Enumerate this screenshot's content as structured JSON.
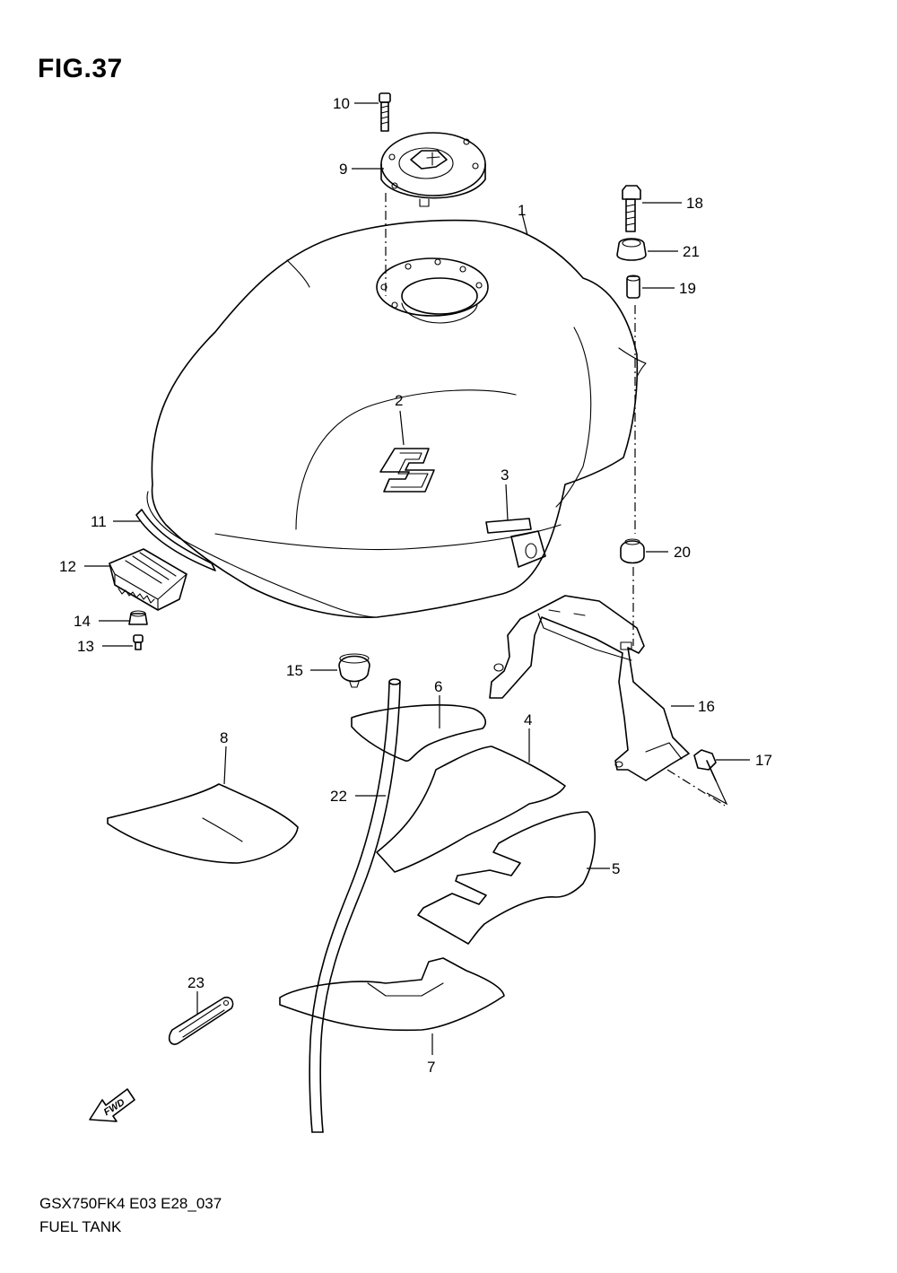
{
  "figure": {
    "title": "FIG.37"
  },
  "footer": {
    "model_code": "GSX750FK4 E03 E28_037",
    "diagram_name": "FUEL TANK"
  },
  "fwd_arrow": {
    "label": "FWD"
  },
  "parts": [
    {
      "id": "1",
      "label": "1"
    },
    {
      "id": "2",
      "label": "2"
    },
    {
      "id": "3",
      "label": "3"
    },
    {
      "id": "4",
      "label": "4"
    },
    {
      "id": "5",
      "label": "5"
    },
    {
      "id": "6",
      "label": "6"
    },
    {
      "id": "7",
      "label": "7"
    },
    {
      "id": "8",
      "label": "8"
    },
    {
      "id": "9",
      "label": "9"
    },
    {
      "id": "10",
      "label": "10"
    },
    {
      "id": "11",
      "label": "11"
    },
    {
      "id": "12",
      "label": "12"
    },
    {
      "id": "13",
      "label": "13"
    },
    {
      "id": "14",
      "label": "14"
    },
    {
      "id": "15",
      "label": "15"
    },
    {
      "id": "16",
      "label": "16"
    },
    {
      "id": "17",
      "label": "17"
    },
    {
      "id": "18",
      "label": "18"
    },
    {
      "id": "19",
      "label": "19"
    },
    {
      "id": "20",
      "label": "20"
    },
    {
      "id": "21",
      "label": "21"
    },
    {
      "id": "22",
      "label": "22"
    },
    {
      "id": "23",
      "label": "23"
    }
  ]
}
